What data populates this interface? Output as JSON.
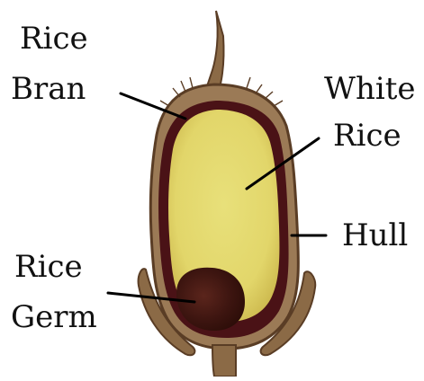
{
  "labels": {
    "rice_bran": [
      "Rice",
      "Bran"
    ],
    "white_rice": [
      "White",
      "Rice"
    ],
    "hull": "Hull",
    "rice_germ": [
      "Rice",
      "Germ"
    ]
  },
  "colors": {
    "hull_outer": "#8a6a48",
    "hull_dark": "#5a3d25",
    "bran_layer": "#4a1216",
    "endosperm": "#e3d86a",
    "endosperm_edge": "#d2bf53",
    "germ_dark": "#3d1510",
    "leader_line": "#000000"
  }
}
